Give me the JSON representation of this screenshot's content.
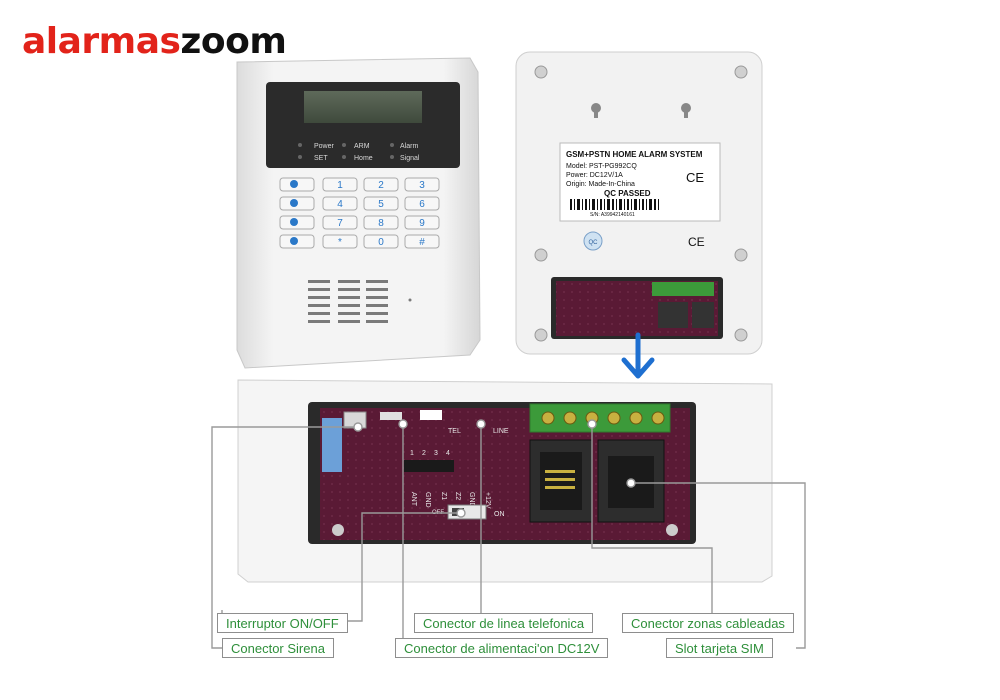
{
  "brand": {
    "part1": "alarmas",
    "part2": "zoom",
    "color_red": "#e2231a"
  },
  "keypad": {
    "indicators": [
      "Power",
      "ARM",
      "Alarm",
      "SET",
      "Home",
      "Signal"
    ],
    "keys": [
      "1",
      "2",
      "3",
      "4",
      "5",
      "6",
      "7",
      "8",
      "9",
      "*",
      "0",
      "#"
    ]
  },
  "back_label": {
    "title": "GSM+PSTN HOME ALARM SYSTEM",
    "model": "Model: PST-PG992CQ",
    "power": "Power: DC12V/1A",
    "origin": "Origin: Made-In-China",
    "qc": "QC PASSED",
    "serial": "S/N: A39942140161",
    "ce": "CE",
    "qc_sticker": "QC"
  },
  "board_text": {
    "tel": "TEL",
    "line": "LINE",
    "off": "OFF",
    "on": "ON",
    "pins": [
      "1",
      "2",
      "3",
      "4"
    ],
    "terminals": [
      "ANT",
      "GND",
      "Z1",
      "Z2",
      "GND",
      "+12V"
    ]
  },
  "callouts": [
    {
      "id": "power-switch",
      "text": "Interruptor ON/OFF"
    },
    {
      "id": "phone-line",
      "text": "Conector de linea telefonica"
    },
    {
      "id": "wired-zones",
      "text": "Conector zonas cableadas"
    },
    {
      "id": "siren",
      "text": "Conector Sirena"
    },
    {
      "id": "dc-power",
      "text": "Conector de alimentaci'on DC12V"
    },
    {
      "id": "sim-slot",
      "text": "Slot tarjeta SIM"
    }
  ],
  "colors": {
    "label_text": "#2e8f3a",
    "pcb": "#5a1a35",
    "terminal_green": "#3c9a3a",
    "arrow_blue": "#1e6fd0"
  }
}
